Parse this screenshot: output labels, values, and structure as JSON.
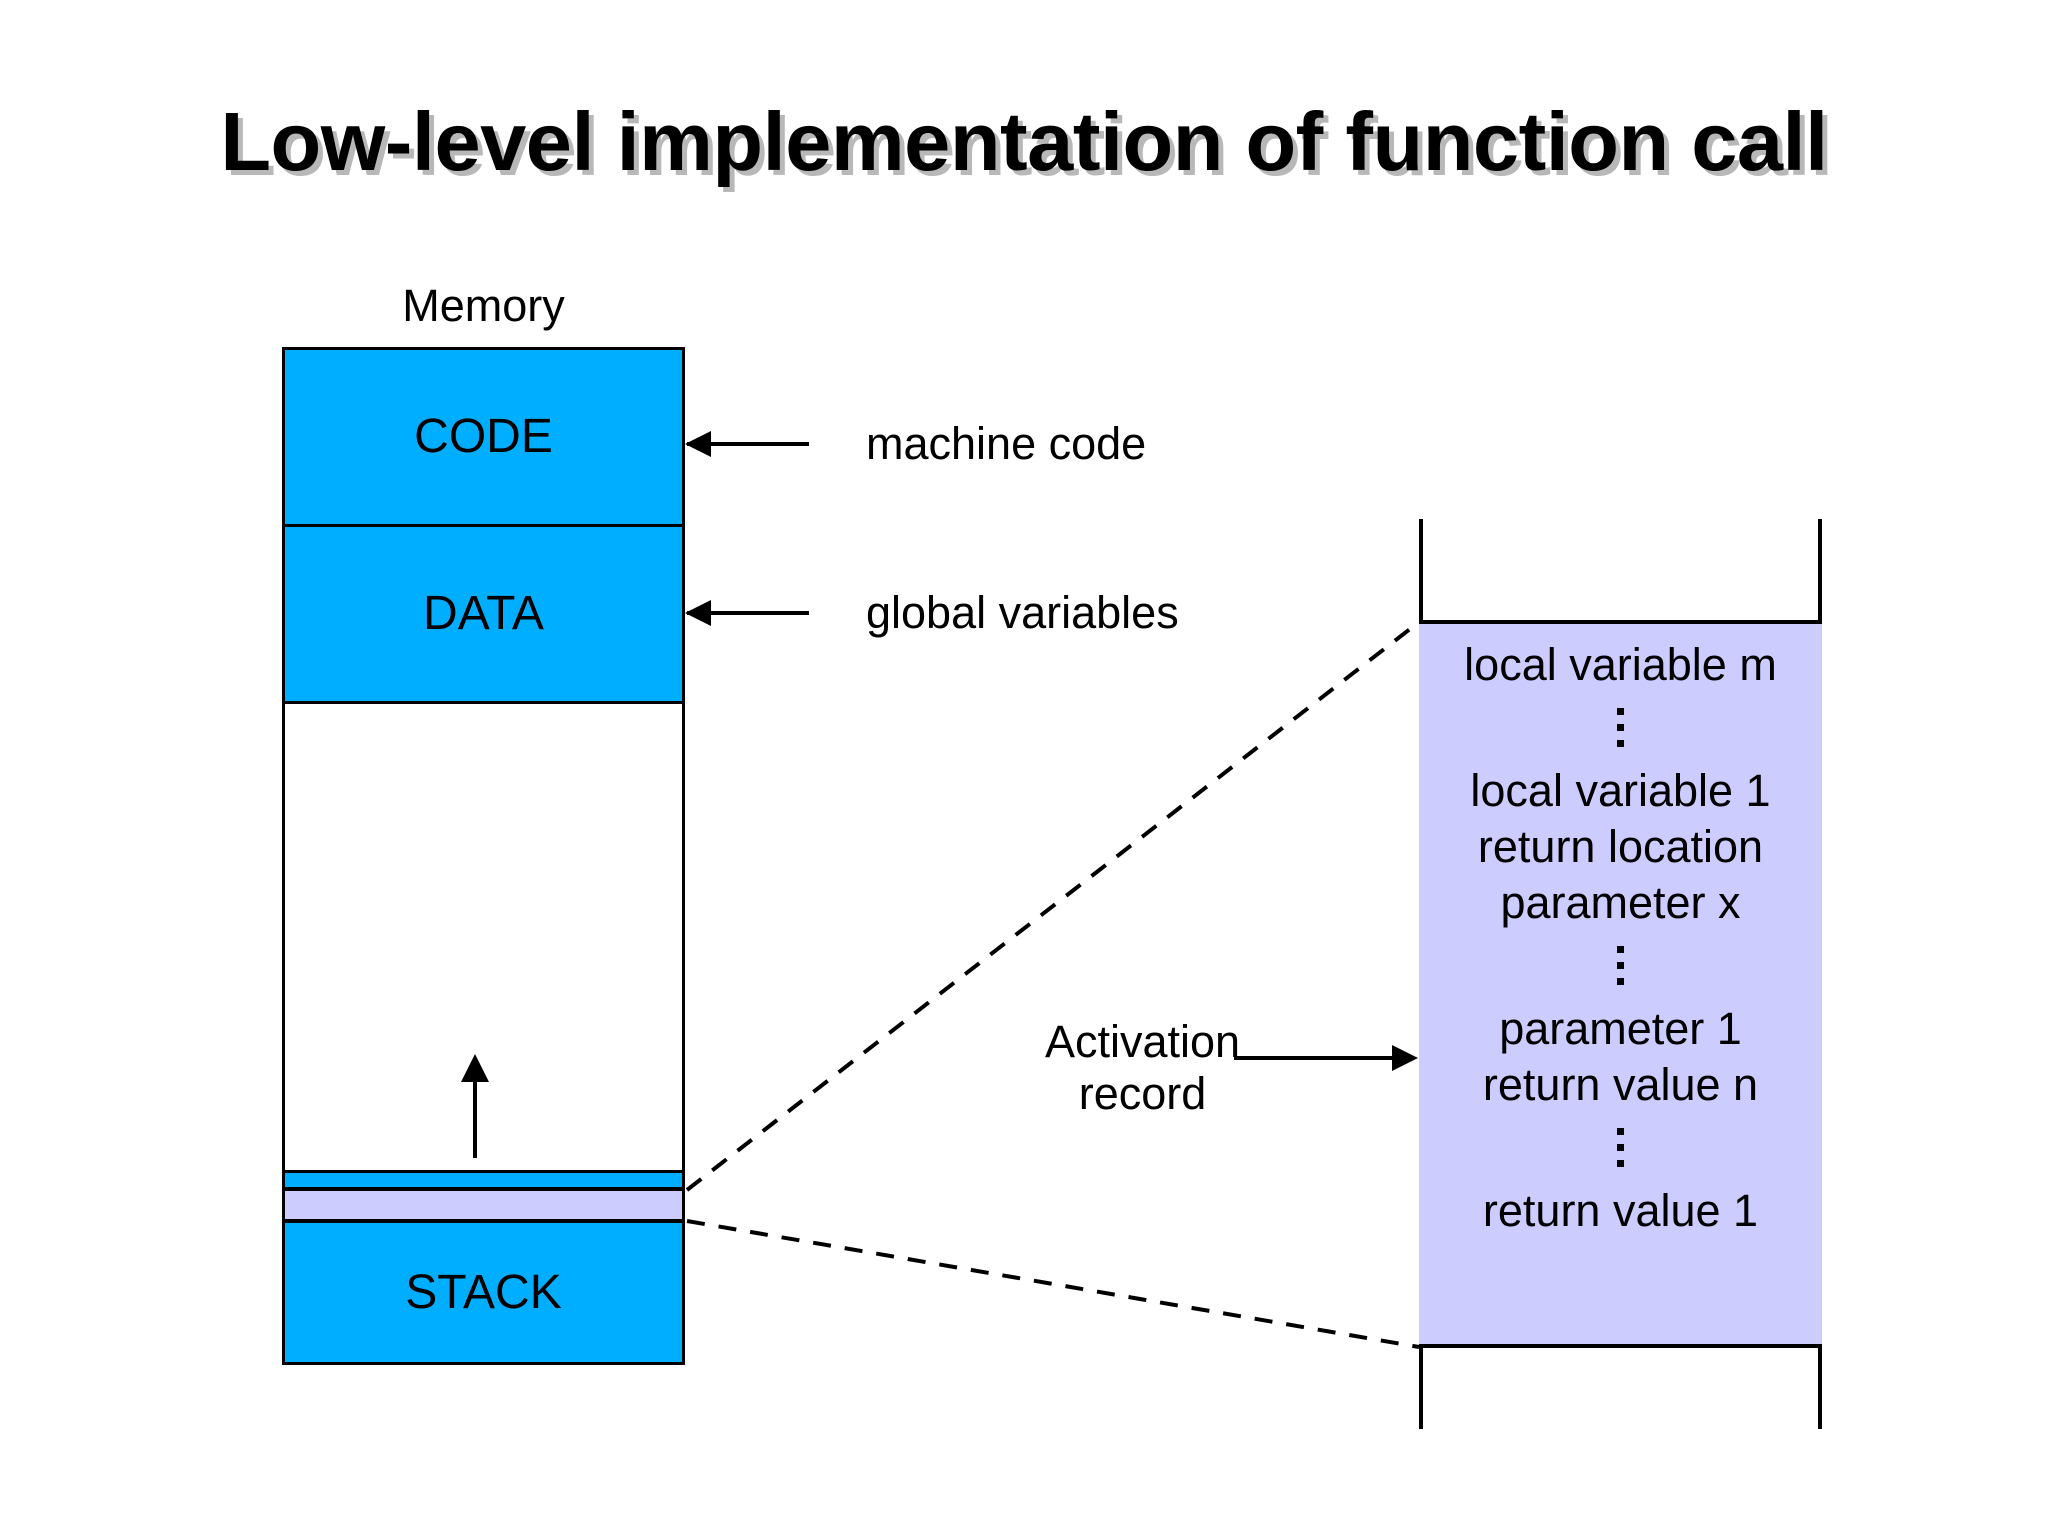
{
  "slide": {
    "title": "Low-level implementation of function call"
  },
  "memory": {
    "label": "Memory",
    "segments": [
      {
        "name": "code",
        "label": "CODE"
      },
      {
        "name": "data",
        "label": "DATA"
      },
      {
        "name": "free",
        "label": ""
      },
      {
        "name": "thin",
        "label": ""
      },
      {
        "name": "ar",
        "label": ""
      },
      {
        "name": "stack",
        "label": "STACK"
      }
    ]
  },
  "callouts": [
    {
      "name": "machine-code",
      "label": "machine code"
    },
    {
      "name": "global-variables",
      "label": "global variables"
    }
  ],
  "activation_record": {
    "pointer_label_line1": "Activation",
    "pointer_label_line2": "record",
    "rows": [
      {
        "type": "text",
        "label": "local variable m"
      },
      {
        "type": "dots",
        "label": ""
      },
      {
        "type": "text",
        "label": "local variable 1"
      },
      {
        "type": "text",
        "label": "return location"
      },
      {
        "type": "text",
        "label": "parameter x"
      },
      {
        "type": "dots",
        "label": ""
      },
      {
        "type": "text",
        "label": "parameter 1"
      },
      {
        "type": "text",
        "label": "return value n"
      },
      {
        "type": "dots",
        "label": ""
      },
      {
        "type": "text",
        "label": "return value 1"
      }
    ]
  },
  "colors": {
    "segment_blue": "#00AEFF",
    "activation_lavender": "#CCCCFF",
    "outline": "#000000",
    "title_shadow": "#B8B8B8",
    "background": "#FFFFFF"
  }
}
